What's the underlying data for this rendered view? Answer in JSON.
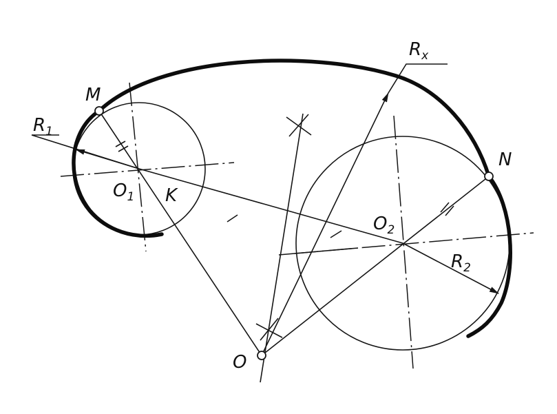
{
  "labels": {
    "M": "M",
    "N": "N",
    "K": "K",
    "O": "O",
    "O1": {
      "base": "O",
      "sub": "1"
    },
    "O2": {
      "base": "O",
      "sub": "2"
    },
    "R1": {
      "base": "R",
      "sub": "1"
    },
    "R2": {
      "base": "R",
      "sub": "2"
    },
    "Rx": {
      "base": "R",
      "sub": "x"
    }
  },
  "colors": {
    "ink": "#111111",
    "paper": "#ffffff"
  }
}
